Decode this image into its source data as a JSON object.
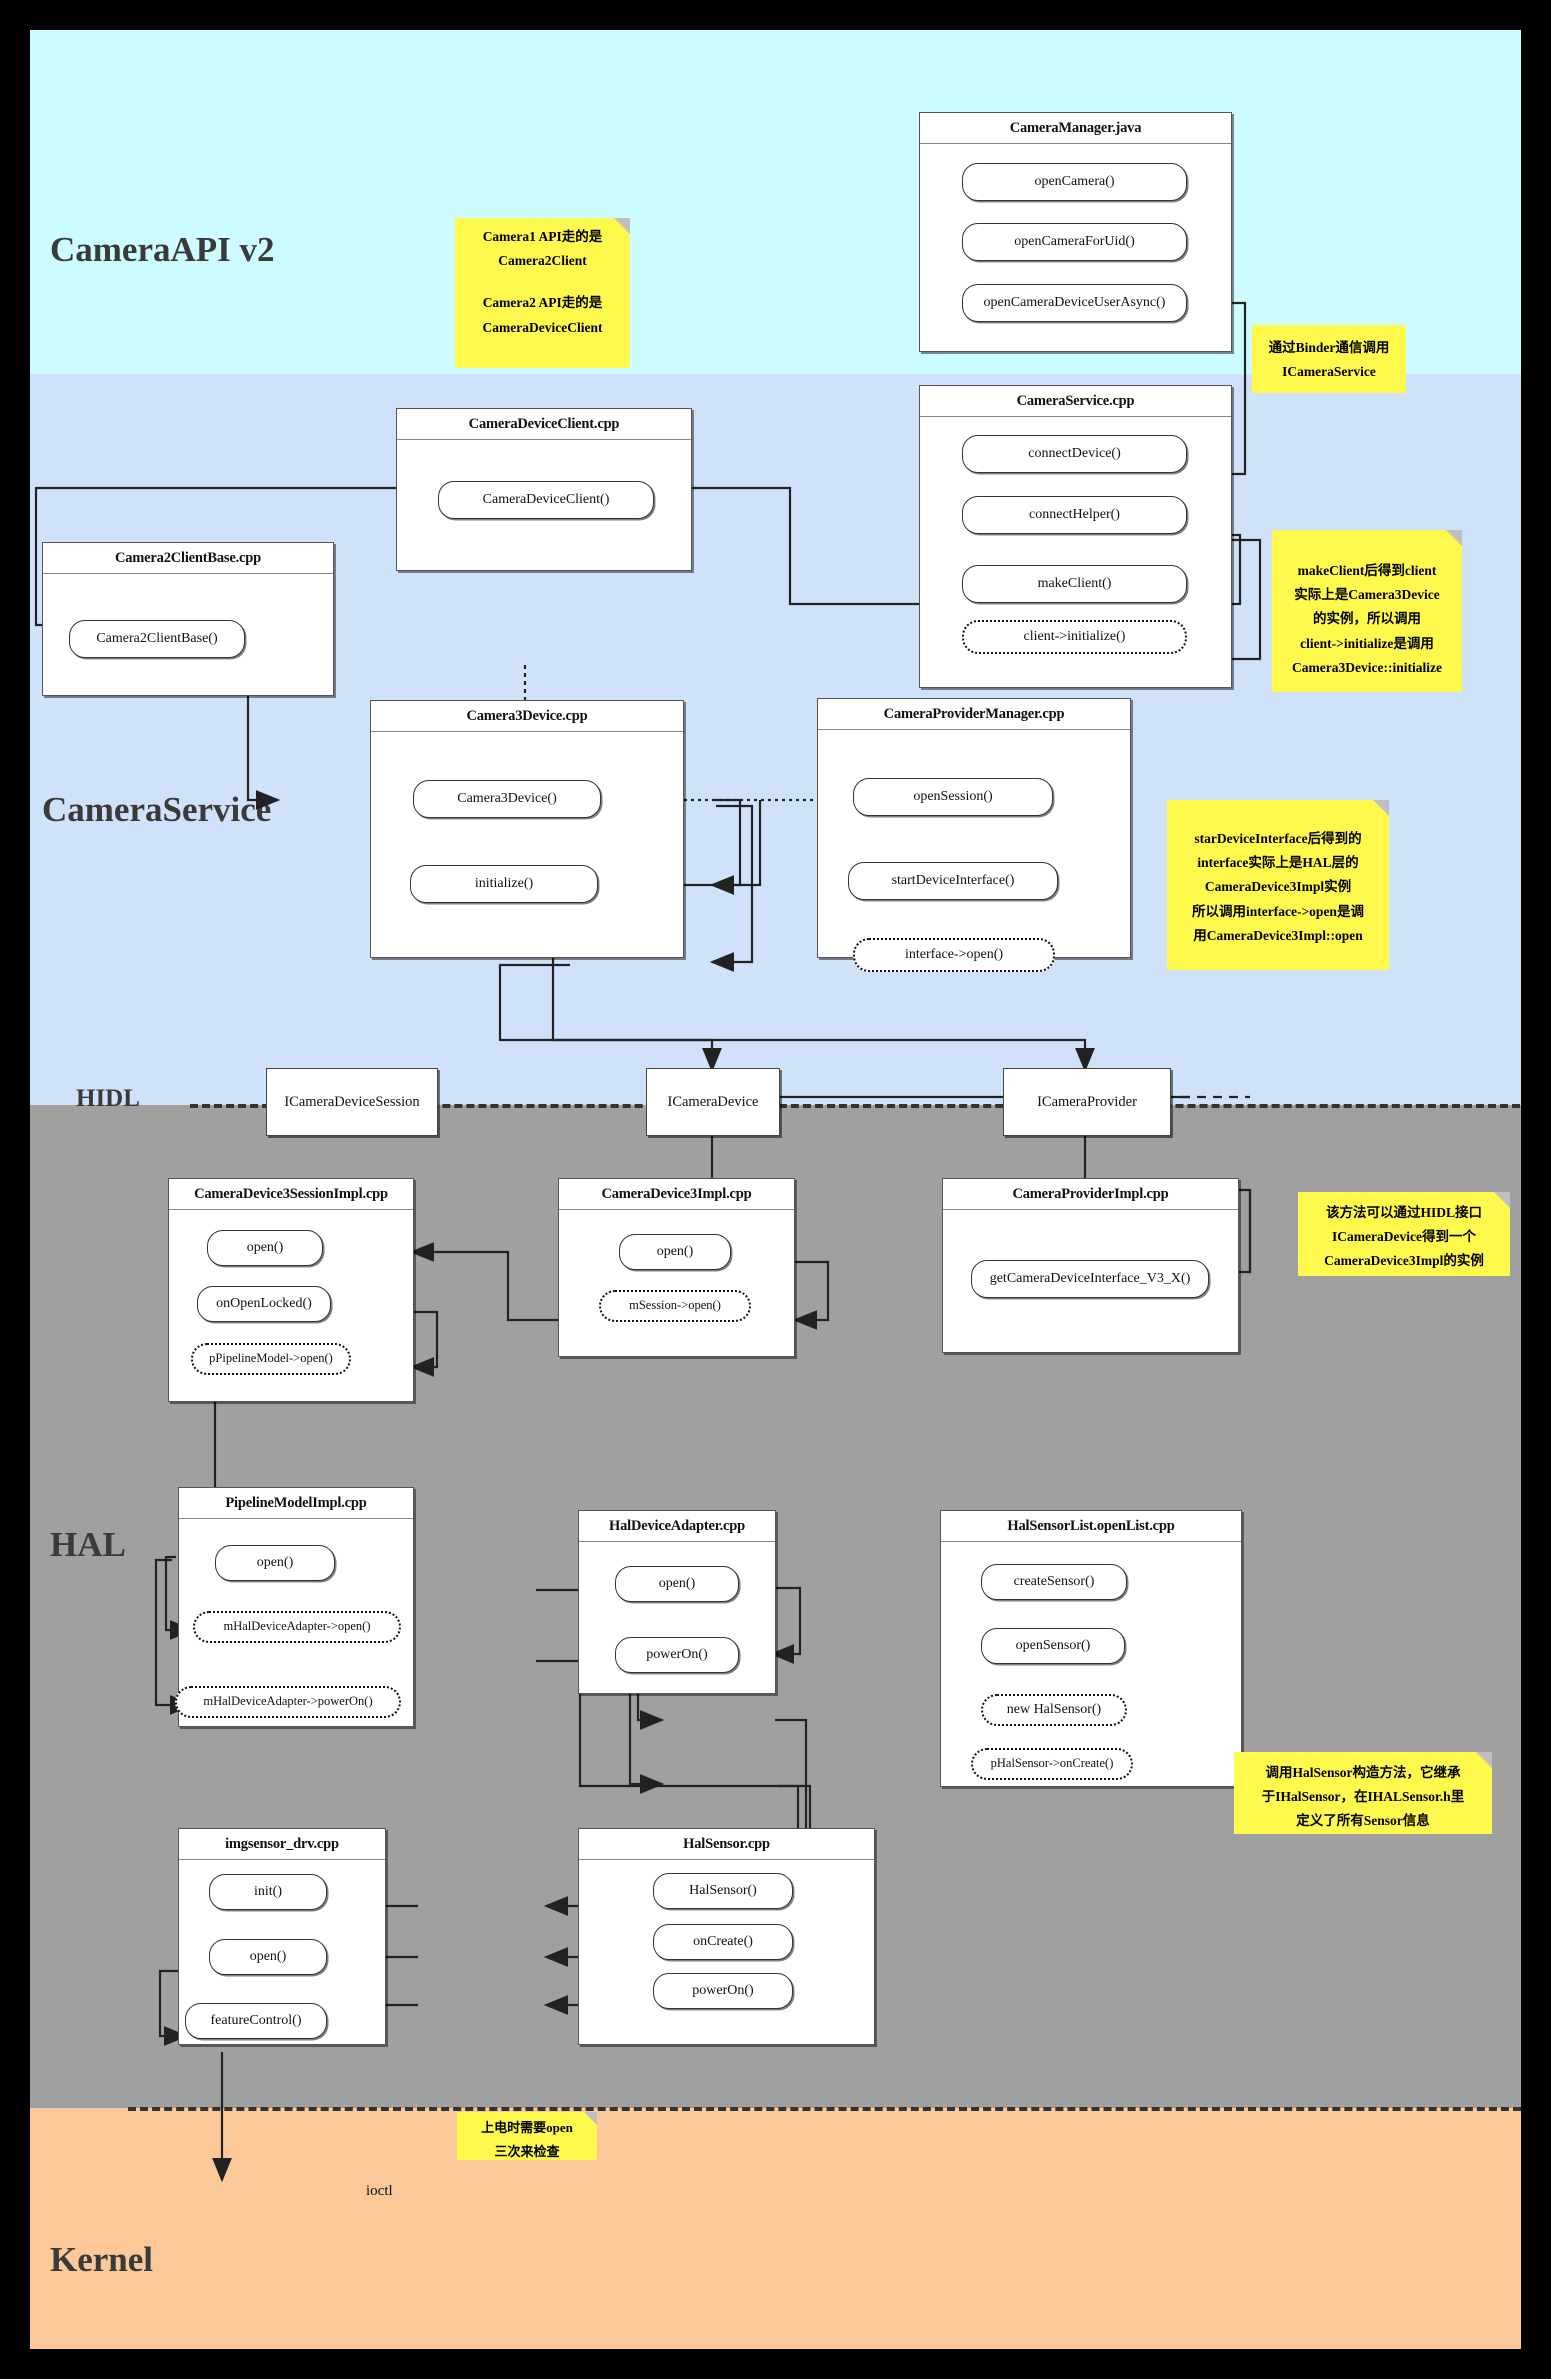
{
  "layers": [
    {
      "id": "api",
      "label": "CameraAPI v2",
      "color": "#CCFCFF"
    },
    {
      "id": "service",
      "label": "CameraService",
      "color": "#CFE2F9"
    },
    {
      "id": "hal",
      "label": "HAL",
      "color": "#A0A0A0"
    },
    {
      "id": "kernel",
      "label": "Kernel",
      "color": "#FAC899"
    }
  ],
  "hidl_label": "HIDL",
  "modules": {
    "camera_manager": {
      "title": "CameraManager.java",
      "methods": [
        "openCamera()",
        "openCameraForUid()",
        "openCameraDeviceUserAsync()"
      ]
    },
    "camera_service": {
      "title": "CameraService.cpp",
      "methods": [
        "connectDevice()",
        "connectHelper()",
        "makeClient()",
        "client->initialize()"
      ]
    },
    "camera_device_client": {
      "title": "CameraDeviceClient.cpp",
      "methods": [
        "CameraDeviceClient()"
      ]
    },
    "camera2_client_base": {
      "title": "Camera2ClientBase.cpp",
      "methods": [
        "Camera2ClientBase()"
      ]
    },
    "camera3_device": {
      "title": "Camera3Device.cpp",
      "methods": [
        "Camera3Device()",
        "initialize()"
      ]
    },
    "camera_provider_manager": {
      "title": "CameraProviderManager.cpp",
      "methods": [
        "openSession()",
        "startDeviceInterface()",
        "interface->open()"
      ]
    },
    "camera_device3_session_impl": {
      "title": "CameraDevice3SessionImpl.cpp",
      "methods": [
        "open()",
        "onOpenLocked()",
        "pPipelineModel->open()"
      ]
    },
    "camera_device3_impl": {
      "title": "CameraDevice3Impl.cpp",
      "methods": [
        "open()",
        "mSession->open()"
      ]
    },
    "camera_provider_impl": {
      "title": "CameraProviderImpl.cpp",
      "methods": [
        "getCameraDeviceInterface_V3_X()"
      ]
    },
    "pipeline_model_impl": {
      "title": "PipelineModelImpl.cpp",
      "methods": [
        "open()",
        "mHalDeviceAdapter->open()",
        "mHalDeviceAdapter->powerOn()"
      ]
    },
    "hal_device_adapter": {
      "title": "HalDeviceAdapter.cpp",
      "methods": [
        "open()",
        "powerOn()"
      ]
    },
    "hal_sensor_list": {
      "title": "HalSensorList.openList.cpp",
      "methods": [
        "createSensor()",
        "openSensor()",
        "new HalSensor()",
        "pHalSensor->onCreate()"
      ]
    },
    "hal_sensor": {
      "title": "HalSensor.cpp",
      "methods": [
        "HalSensor()",
        "onCreate()",
        "powerOn()"
      ]
    },
    "imgsensor_drv": {
      "title": "imgsensor_drv.cpp",
      "methods": [
        "init()",
        "open()",
        "featureControl()"
      ]
    }
  },
  "interfaces": [
    {
      "id": "icameradevicesession",
      "label": "ICameraDeviceSession"
    },
    {
      "id": "icameradevice",
      "label": "ICameraDevice"
    },
    {
      "id": "icameraprovider",
      "label": "ICameraProvider"
    }
  ],
  "notes": {
    "client_kind": {
      "lines": [
        "Camera1 API走的是",
        "Camera2Client",
        "",
        "Camera2 API走的是",
        "CameraDeviceClient"
      ]
    },
    "binder": {
      "lines": [
        "通过Binder通信调用",
        "ICameraService"
      ]
    },
    "make_client": {
      "lines": [
        "makeClient后得到client",
        "实际上是Camera3Device",
        "的实例，所以调用",
        "client->initialize是调用",
        "Camera3Device::initialize"
      ]
    },
    "start_device_interface": {
      "lines": [
        "starDeviceInterface后得到的",
        "interface实际上是HAL层的",
        "CameraDevice3Impl实例",
        "所以调用interface->open是调",
        "用CameraDevice3Impl::open"
      ]
    },
    "hidl_iface": {
      "lines": [
        "该方法可以通过HIDL接口",
        "ICameraDevice得到一个",
        "CameraDevice3Impl的实例"
      ]
    },
    "halsensor_ctor": {
      "lines": [
        "调用HalSensor构造方法，它继承",
        "于IHalSensor，在IHALSensor.h里",
        "定义了所有Sensor信息"
      ]
    },
    "power_on": {
      "lines": [
        "上电时需要open",
        "三次来检查"
      ]
    }
  },
  "free_labels": {
    "ioctl": "ioctl"
  },
  "colors": {
    "api_band": "#CCFCFF",
    "service_band": "#CFE2F9",
    "hal_band": "#A0A0A0",
    "kernel_band": "#FAC899",
    "note": "#FFF94D",
    "module": "#FFFFFF",
    "wire": "#222222"
  }
}
